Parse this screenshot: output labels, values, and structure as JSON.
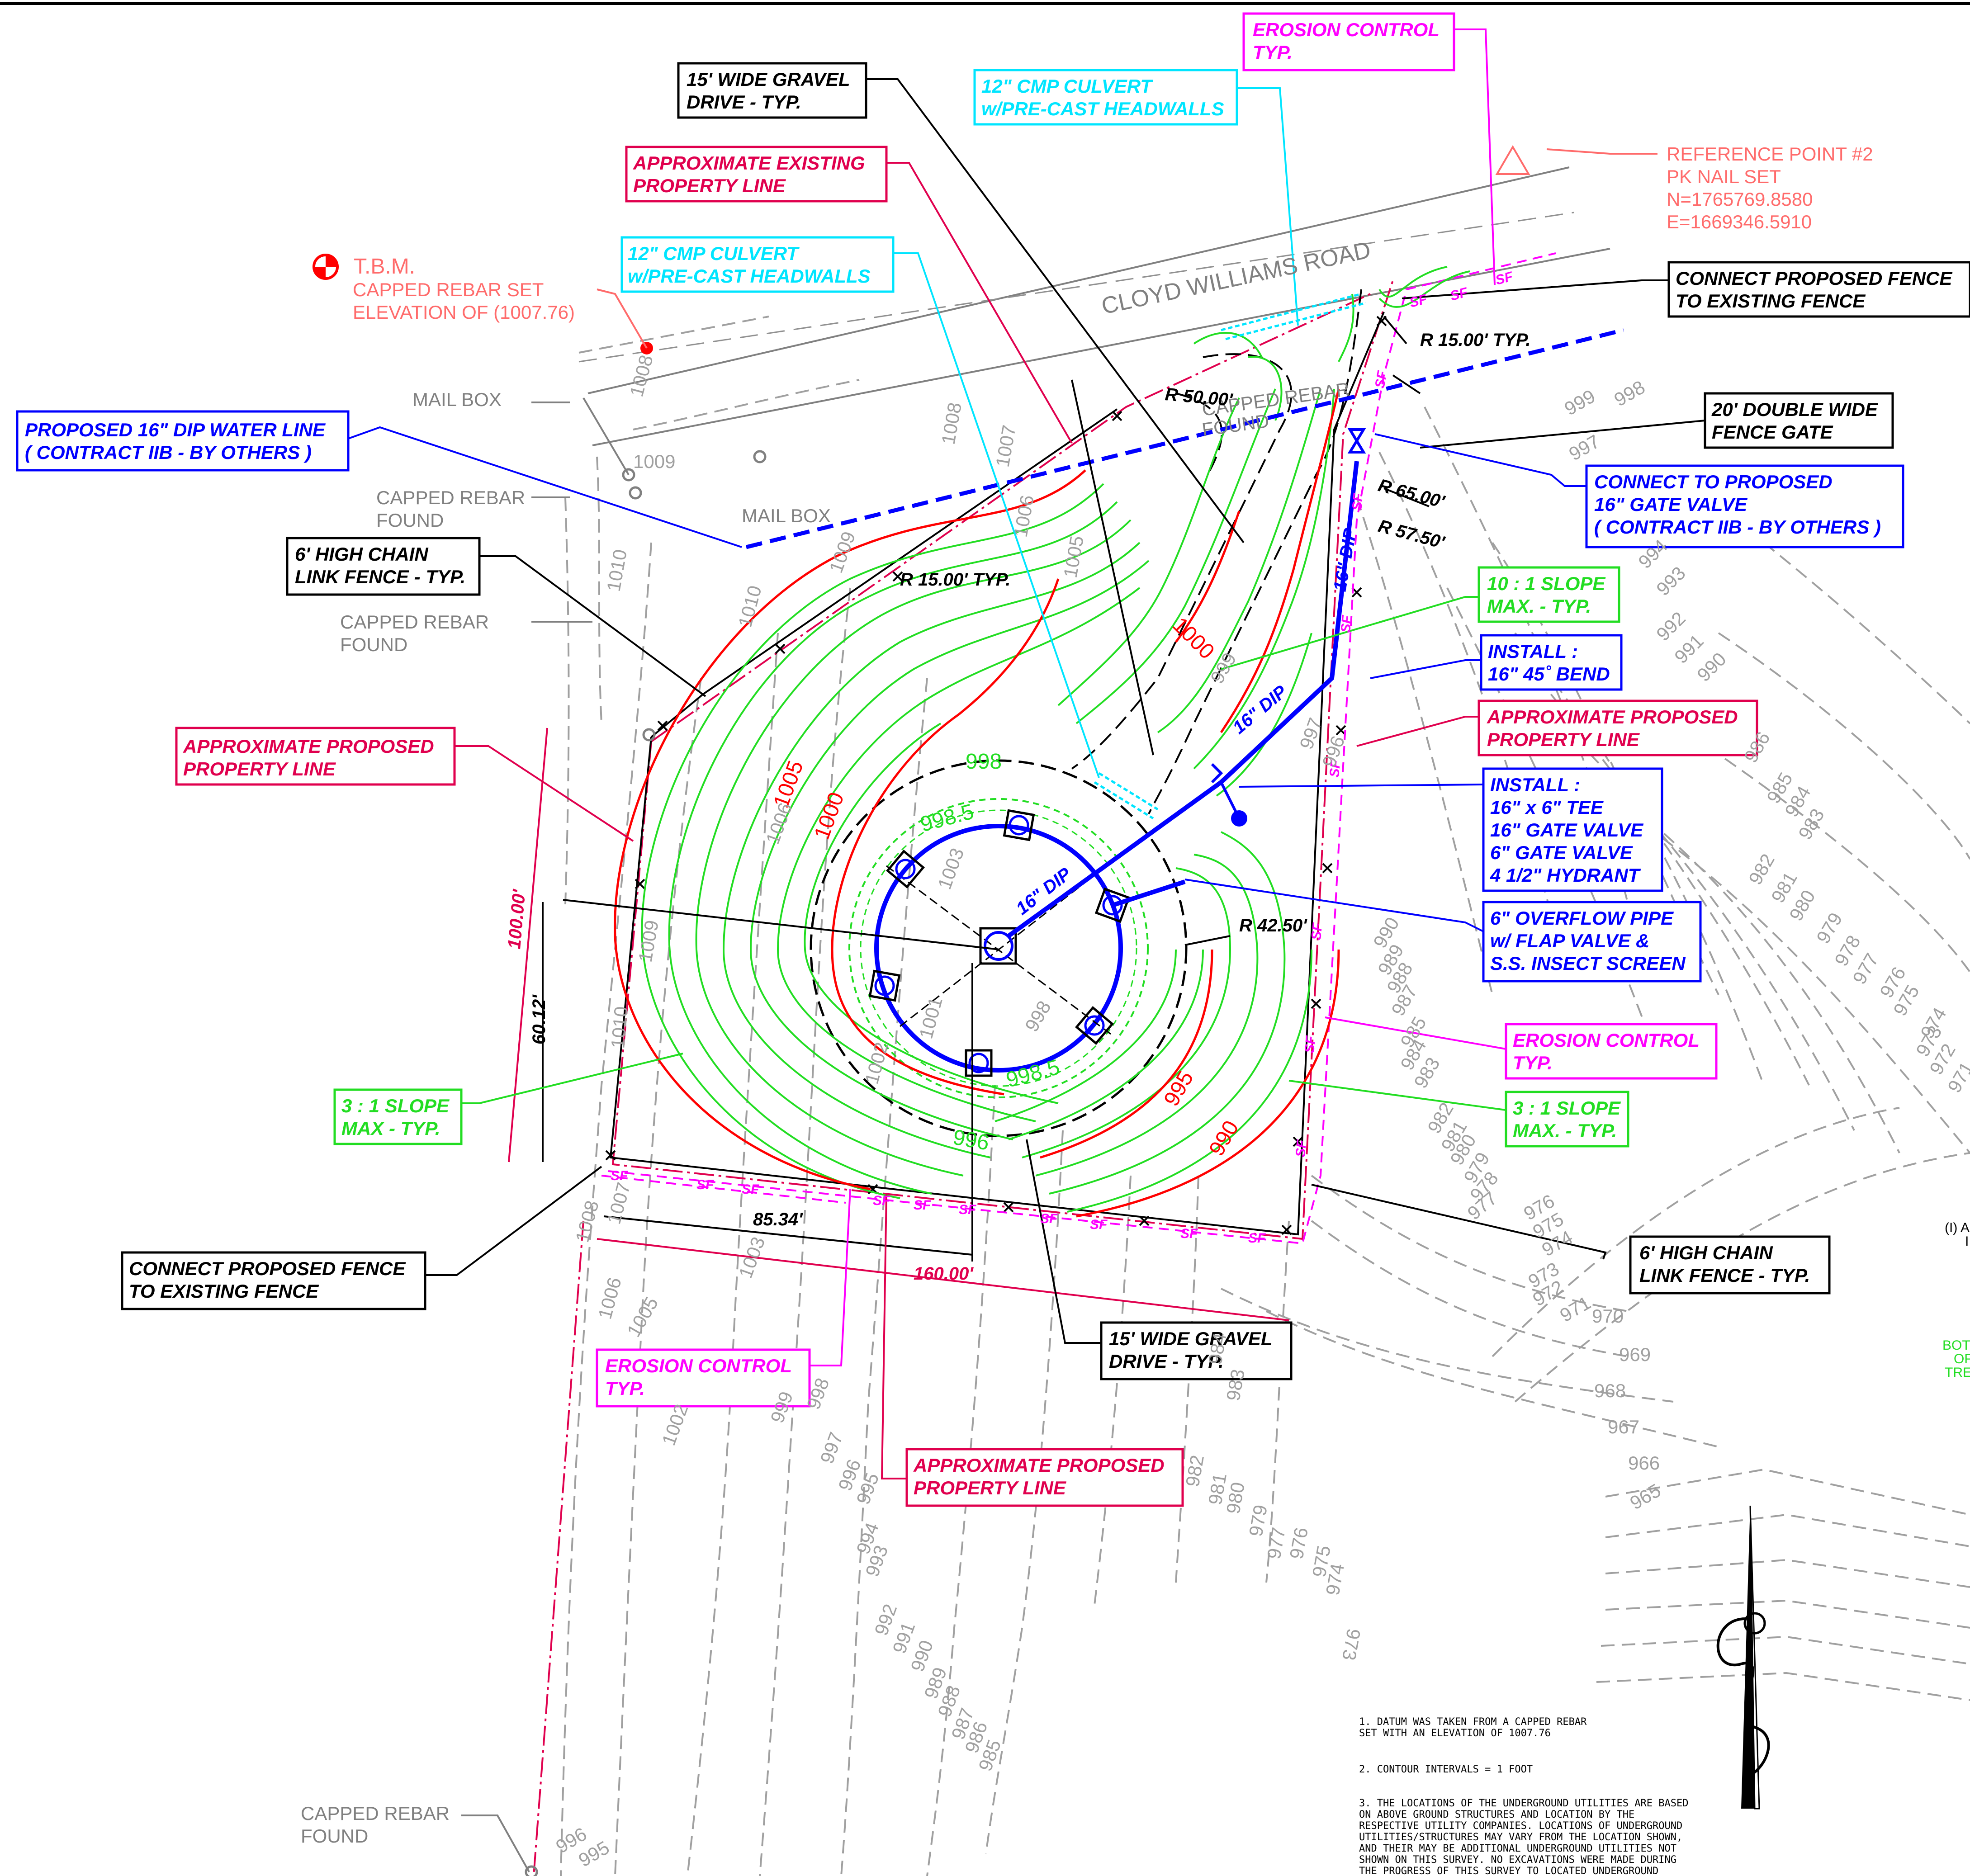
{
  "road": {
    "name": "CLOYD WILLIAMS ROAD"
  },
  "survey": {
    "tbm_title": "T.B.M.",
    "tbm_line1": "CAPPED REBAR SET",
    "tbm_line2": "ELEVATION OF (1007.76)",
    "ref_line1": "REFERENCE POINT #2",
    "ref_line2": "PK NAIL SET",
    "ref_north": "N=1765769.8580",
    "ref_east": "E=1669346.5910",
    "mailbox_1": "MAIL BOX",
    "mailbox_2": "MAIL BOX",
    "capped_rebar_1a": "CAPPED REBAR",
    "capped_rebar_1b": "FOUND",
    "capped_rebar_2a": "CAPPED REBAR",
    "capped_rebar_2b": "FOUND",
    "capped_rebar_3a": "CAPPED REBAR",
    "capped_rebar_3b": "FOUND",
    "capped_rebar_4a": "CAPPED REBAR",
    "capped_rebar_4b": "FOUND"
  },
  "callouts": {
    "gravel_drive_top": [
      "15' WIDE GRAVEL",
      "DRIVE - TYP."
    ],
    "existing_prop_line": [
      "APPROXIMATE EXISTING",
      "PROPERTY LINE"
    ],
    "culvert_top": [
      "12\" CMP CULVERT",
      "w/PRE-CAST HEADWALLS"
    ],
    "culvert_left": [
      "12\" CMP CULVERT",
      "w/PRE-CAST HEADWALLS"
    ],
    "erosion_top": [
      "EROSION CONTROL",
      "TYP."
    ],
    "connect_fence_top": [
      "CONNECT PROPOSED FENCE",
      "TO EXISTING FENCE"
    ],
    "gate": [
      "20' DOUBLE WIDE",
      "FENCE GATE"
    ],
    "connect_valve": [
      "CONNECT TO PROPOSED",
      "16\" GATE VALVE",
      "( CONTRACT IIB - BY OTHERS )"
    ],
    "water_line": [
      "PROPOSED 16\" DIP WATER LINE",
      "( CONTRACT IIB - BY OTHERS )"
    ],
    "chain_fence_left": [
      "6' HIGH CHAIN",
      "LINK FENCE - TYP."
    ],
    "slope_10": [
      "10 : 1 SLOPE",
      "MAX. - TYP."
    ],
    "bend": [
      "INSTALL :",
      "16\" 45˚ BEND"
    ],
    "prop_line_right": [
      "APPROXIMATE PROPOSED",
      "PROPERTY LINE"
    ],
    "prop_line_left": [
      "APPROXIMATE PROPOSED",
      "PROPERTY LINE"
    ],
    "tee": [
      "INSTALL :",
      "16\" x 6\" TEE",
      "16\" GATE VALVE",
      "6\" GATE VALVE",
      "4 1/2\" HYDRANT"
    ],
    "overflow": [
      "6\" OVERFLOW PIPE",
      "w/ FLAP VALVE &",
      "S.S. INSECT SCREEN"
    ],
    "erosion_right": [
      "EROSION CONTROL",
      "TYP."
    ],
    "slope_3_right": [
      "3 : 1 SLOPE",
      "MAX. - TYP."
    ],
    "slope_3_left": [
      "3 : 1 SLOPE",
      "MAX - TYP."
    ],
    "chain_fence_right": [
      "6' HIGH CHAIN",
      "LINK FENCE - TYP."
    ],
    "connect_fence_bottom": [
      "CONNECT PROPOSED FENCE",
      "TO EXISTING FENCE"
    ],
    "gravel_drive_bottom": [
      "15' WIDE GRAVEL",
      "DRIVE - TYP."
    ],
    "erosion_bottom": [
      "EROSION CONTROL",
      "TYP."
    ],
    "prop_line_bottom": [
      "APPROXIMATE PROPOSED",
      "PROPERTY LINE"
    ]
  },
  "dimensions": {
    "r_15_top": "R 15.00' TYP.",
    "r_15_left": "R 15.00' TYP.",
    "r_50": "R 50.00'",
    "r_65": "R 65.00'",
    "r_57": "R 57.50'",
    "r_42": "R 42.50'",
    "dim_100": "100.00'",
    "dim_60": "60.12'",
    "dim_85": "85.34'",
    "dim_160": "160.00'",
    "pipe_dip_1": "16\" DIP",
    "pipe_dip_2": "16\" DIP",
    "pipe_dip_3": "16\" DIP",
    "sf": "SF"
  },
  "contours": {
    "c1005": "1005",
    "c1000a": "1000",
    "c1000b": "1000",
    "c995": "995",
    "c990": "990",
    "c998": "998",
    "c998_5a": "998.5",
    "c998_5b": "998.5",
    "c996": "996",
    "g1008": "1008",
    "g1009": "1009",
    "g1010": "1010",
    "g1007": "1007",
    "g1006": "1006",
    "g1005": "1005",
    "g1003": "1003",
    "g1002": "1002",
    "g1001": "1001",
    "g999": "999",
    "g998": "998",
    "g997": "997",
    "g996": "996",
    "g995": "995",
    "g994": "994",
    "g993": "993",
    "g992": "992",
    "g991": "991",
    "g990": "990",
    "g989": "989",
    "g988": "988",
    "g987": "987",
    "g986": "986",
    "g985": "985",
    "g984": "984",
    "g983": "983",
    "g982": "982",
    "g981": "981",
    "g980": "980",
    "g979": "979",
    "g978": "978",
    "g977": "977",
    "g976": "976",
    "g975": "975",
    "g974": "974",
    "g973": "973",
    "g972": "972",
    "g971": "971",
    "g970": "970",
    "g969": "969",
    "g968": "968",
    "g967": "967",
    "g966": "966",
    "g965": "965"
  },
  "edge": {
    "text_a": "(I) A",
    "text_b": "I",
    "bottom_a": "BOTT",
    "bottom_b": "OF",
    "bottom_c": "TREN"
  },
  "notes": {
    "n1_l1": "1.  DATUM WAS TAKEN FROM A CAPPED REBAR",
    "n1_l2": "     SET WITH AN ELEVATION OF 1007.76",
    "n2": "2.  CONTOUR INTERVALS = 1 FOOT",
    "n3_l1": "3.  THE LOCATIONS OF THE UNDERGROUND UTILITIES ARE BASED",
    "n3_l2": "     ON ABOVE GROUND STRUCTURES AND LOCATION BY THE",
    "n3_l3": "     RESPECTIVE UTILITY COMPANIES.  LOCATIONS OF UNDERGROUND",
    "n3_l4": "     UTILITIES/STRUCTURES MAY VARY FROM THE LOCATION SHOWN,",
    "n3_l5": "     AND THEIR MAY BE ADDITIONAL UNDERGROUND UTILITIES NOT",
    "n3_l6": "     SHOWN ON THIS SURVEY.  NO EXCAVATIONS WERE MADE DURING",
    "n3_l7": "     THE PROGRESS OF THIS SURVEY TO LOCATED UNDERGROUND"
  },
  "colors": {
    "black": "#000000",
    "red": "#ff0000",
    "magenta": "#ff00ff",
    "crimson": "#e0004e",
    "blue": "#0000ff",
    "cyan": "#00e5ff",
    "green": "#22dd22",
    "gray": "#a0a0a0",
    "salmon": "#ff6b6b"
  }
}
